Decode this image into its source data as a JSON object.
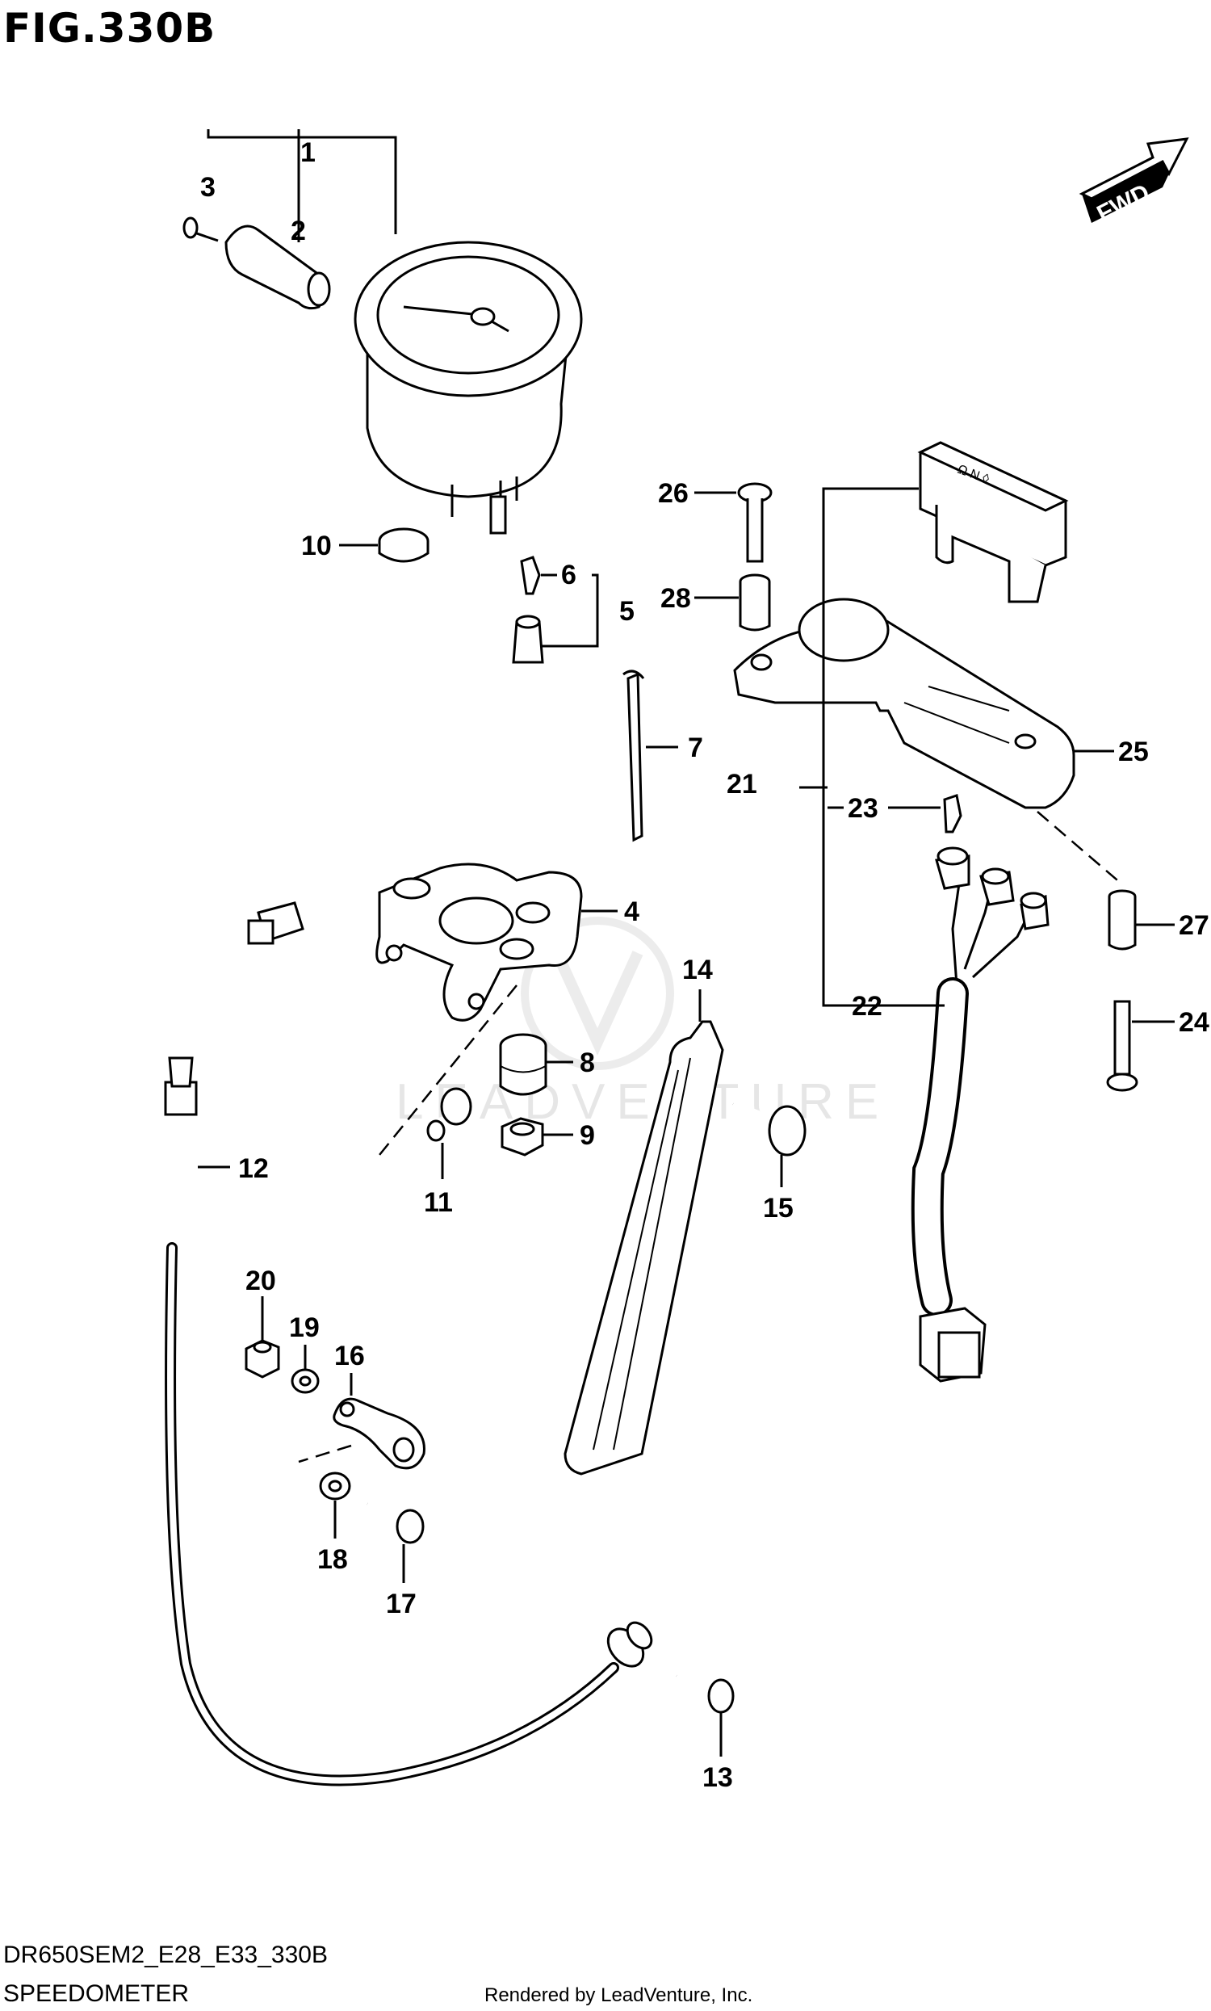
{
  "figure_title": "FIG.330B",
  "fwd_label": "FWD",
  "watermark": "LEADVENTURE",
  "callouts": [
    {
      "id": "1",
      "label": "1"
    },
    {
      "id": "2",
      "label": "2"
    },
    {
      "id": "3",
      "label": "3"
    },
    {
      "id": "4",
      "label": "4"
    },
    {
      "id": "5",
      "label": "5"
    },
    {
      "id": "6",
      "label": "6"
    },
    {
      "id": "7",
      "label": "7"
    },
    {
      "id": "8",
      "label": "8"
    },
    {
      "id": "9",
      "label": "9"
    },
    {
      "id": "10",
      "label": "10"
    },
    {
      "id": "11",
      "label": "11"
    },
    {
      "id": "12",
      "label": "12"
    },
    {
      "id": "13",
      "label": "13"
    },
    {
      "id": "14",
      "label": "14"
    },
    {
      "id": "15",
      "label": "15"
    },
    {
      "id": "16",
      "label": "16"
    },
    {
      "id": "17",
      "label": "17"
    },
    {
      "id": "18",
      "label": "18"
    },
    {
      "id": "19",
      "label": "19"
    },
    {
      "id": "20",
      "label": "20"
    },
    {
      "id": "21",
      "label": "21"
    },
    {
      "id": "22",
      "label": "22"
    },
    {
      "id": "23",
      "label": "23"
    },
    {
      "id": "24",
      "label": "24"
    },
    {
      "id": "25",
      "label": "25"
    },
    {
      "id": "26",
      "label": "26"
    },
    {
      "id": "27",
      "label": "27"
    },
    {
      "id": "28",
      "label": "28"
    }
  ],
  "footer": {
    "model_code": "DR650SEM2_E28_E33_330B",
    "section_name": "SPEEDOMETER",
    "rendered_by": "Rendered by LeadVenture, Inc."
  }
}
